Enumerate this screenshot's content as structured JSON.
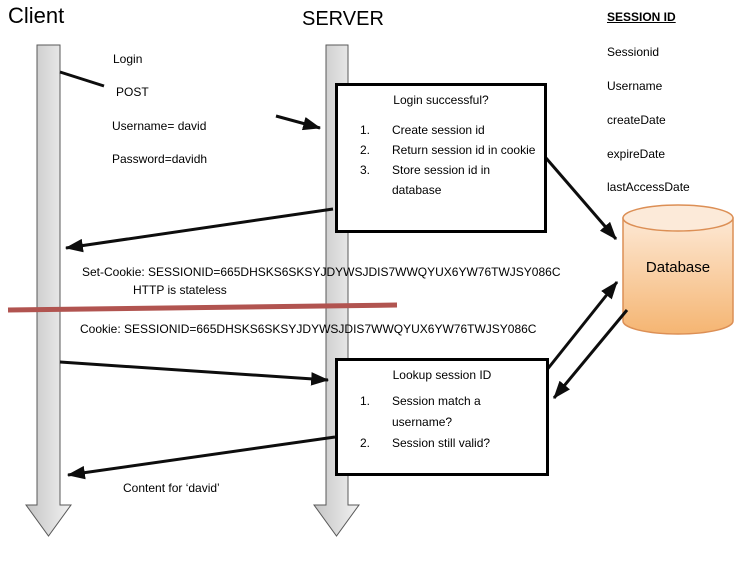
{
  "lifelines": {
    "client_label": "Client",
    "server_label": "SERVER"
  },
  "session_panel": {
    "title": "SESSION ID",
    "fields": [
      "Sessionid",
      "Username",
      "createDate",
      "expireDate",
      "lastAccessDate"
    ]
  },
  "login_request": {
    "action": "Login",
    "method": "POST",
    "username": "Username= david",
    "password": "Password=davidh"
  },
  "login_box": {
    "title": "Login successful?",
    "items": [
      {
        "num": "1.",
        "text": "Create session id"
      },
      {
        "num": "2.",
        "text": "Return session id in cookie"
      },
      {
        "num": "3.",
        "text": "Store session id in database"
      }
    ]
  },
  "messages": {
    "set_cookie": "Set-Cookie: SESSIONID=665DHSKS6SKSYJDYWSJDIS7WWQYUX6YW76TWJSY086C",
    "stateless_note": "HTTP is stateless",
    "cookie": "Cookie: SESSIONID=665DHSKS6SKSYJDYWSJDIS7WWQYUX6YW76TWJSY086C",
    "response_content": "Content for ‘david’"
  },
  "lookup_box": {
    "title": "Lookup session ID",
    "items": [
      {
        "num": "1.",
        "text": "Session match a username?"
      },
      {
        "num": "2.",
        "text": "Session still valid?"
      }
    ]
  },
  "database": {
    "label": "Database"
  },
  "colors": {
    "arrow": "#0d0d0d",
    "red_line": "#b15450",
    "db_fill_top": "#fde8d4",
    "db_fill_bottom": "#f5b572",
    "db_top_ellipse": "#fcead9",
    "db_stroke": "#dc8f55",
    "lifeline_fill_left": "#c4c4c4",
    "lifeline_fill_right": "#f2f2f2",
    "lifeline_stroke": "#595959"
  }
}
